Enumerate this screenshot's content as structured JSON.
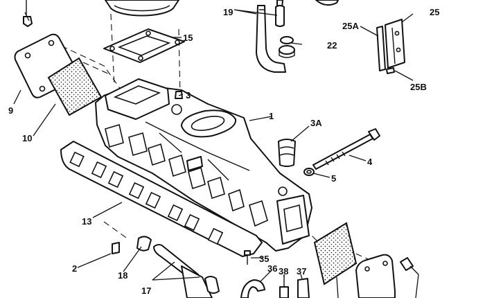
{
  "callouts": {
    "c1": "1",
    "c2": "2",
    "c3": "3",
    "c3a": "3A",
    "c4": "4",
    "c5": "5",
    "c9": "9",
    "c10": "10",
    "c13": "13",
    "c15": "15",
    "c17": "17",
    "c18": "18",
    "c19": "19",
    "c22": "22",
    "c25": "25",
    "c25a": "25A",
    "c25b": "25B",
    "c35": "35",
    "c36": "36",
    "c37": "37",
    "c38": "38"
  }
}
